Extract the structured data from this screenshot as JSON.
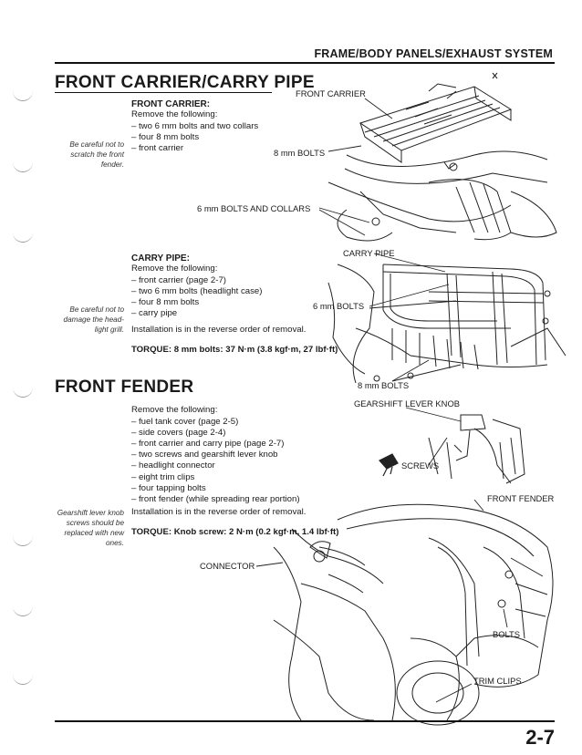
{
  "header": {
    "title": "FRAME/BODY PANELS/EXHAUST SYSTEM"
  },
  "section1": {
    "title": "FRONT CARRIER/CARRY PIPE",
    "carrier": {
      "subtitle": "FRONT CARRIER:",
      "intro": "Remove the following:",
      "steps": [
        "two 6 mm bolts and two collars",
        "four 8 mm bolts",
        "front carrier"
      ],
      "note_lines": [
        "Be careful not to",
        "scratch the front",
        "fender."
      ]
    },
    "pipe": {
      "subtitle": "CARRY PIPE:",
      "intro": "Remove the following:",
      "steps": [
        "front carrier (page 2-7)",
        "two 6 mm bolts (headlight case)",
        "four 8 mm bolts",
        "carry pipe"
      ],
      "note_lines": [
        "Be careful not to",
        "damage the head-",
        "light grill."
      ],
      "installation": "Installation is in the reverse order of removal.",
      "torque": "TORQUE: 8 mm bolts: 37 N·m (3.8 kgf·m, 27 lbf·ft)"
    },
    "callouts": {
      "front_carrier": "FRONT CARRIER",
      "bolts_8mm": "8 mm BOLTS",
      "bolts_collars_6mm": "6 mm BOLTS AND COLLARS",
      "carry_pipe": "CARRY PIPE",
      "bolts_6mm": "6 mm BOLTS",
      "bolts_8mm_lower": "8 mm BOLTS"
    }
  },
  "section2": {
    "title": "FRONT FENDER",
    "intro": "Remove the following:",
    "steps": [
      "fuel tank cover (page 2-5)",
      "side covers (page 2-4)",
      "front carrier and carry pipe (page 2-7)",
      "two screws and gearshift lever knob",
      "headlight connector",
      "eight trim clips",
      "four tapping bolts",
      "front fender (while spreading rear portion)"
    ],
    "note_lines": [
      "Gearshift lever knob",
      "screws should be",
      "replaced with new",
      "ones."
    ],
    "installation": "Installation is in the reverse order of removal.",
    "torque": "TORQUE: Knob screw: 2 N·m (0.2 kgf·m, 1.4 lbf·ft)",
    "callouts": {
      "gearshift_knob": "GEARSHIFT LEVER KNOB",
      "screws": "SCREWS",
      "front_fender": "FRONT FENDER",
      "connector": "CONNECTOR",
      "bolts": "BOLTS",
      "trim_clips": "TRIM CLIPS"
    }
  },
  "footer": {
    "page_number": "2-7"
  }
}
